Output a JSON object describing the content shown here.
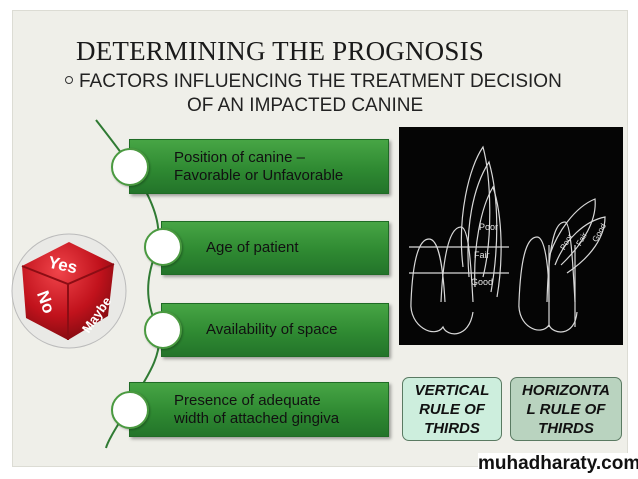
{
  "slide": {
    "title": "DETERMINING THE PROGNOSIS",
    "subtitle_line1": "FACTORS INFLUENCING THE TREATMENT DECISION",
    "subtitle_line2": "OF AN IMPACTED CANINE"
  },
  "factors": [
    {
      "line1": "Position of canine –",
      "line2": "Favorable or Unfavorable"
    },
    {
      "line1": "Age of patient",
      "line2": ""
    },
    {
      "line1": "Availability of space",
      "line2": ""
    },
    {
      "line1": "Presence of adequate",
      "line2": "width of attached gingiva"
    }
  ],
  "dice": {
    "face_top": "Yes",
    "face_left": "No",
    "face_right": "Maybe"
  },
  "diagram": {
    "label_poor": "Poor",
    "label_fair": "Fair",
    "label_good": "Good"
  },
  "rules": {
    "vertical": [
      "VERTICAL",
      "RULE OF",
      "THIRDS"
    ],
    "horizontal": [
      "HORIZONTA",
      "L RULE OF",
      "THIRDS"
    ]
  },
  "watermark": "muhadharaty.com",
  "colors": {
    "factor_green": "#2f8a32",
    "vertical_box": "#cdeedd",
    "horizontal_box": "#b9d3bf",
    "dice_red": "#c1121c"
  }
}
